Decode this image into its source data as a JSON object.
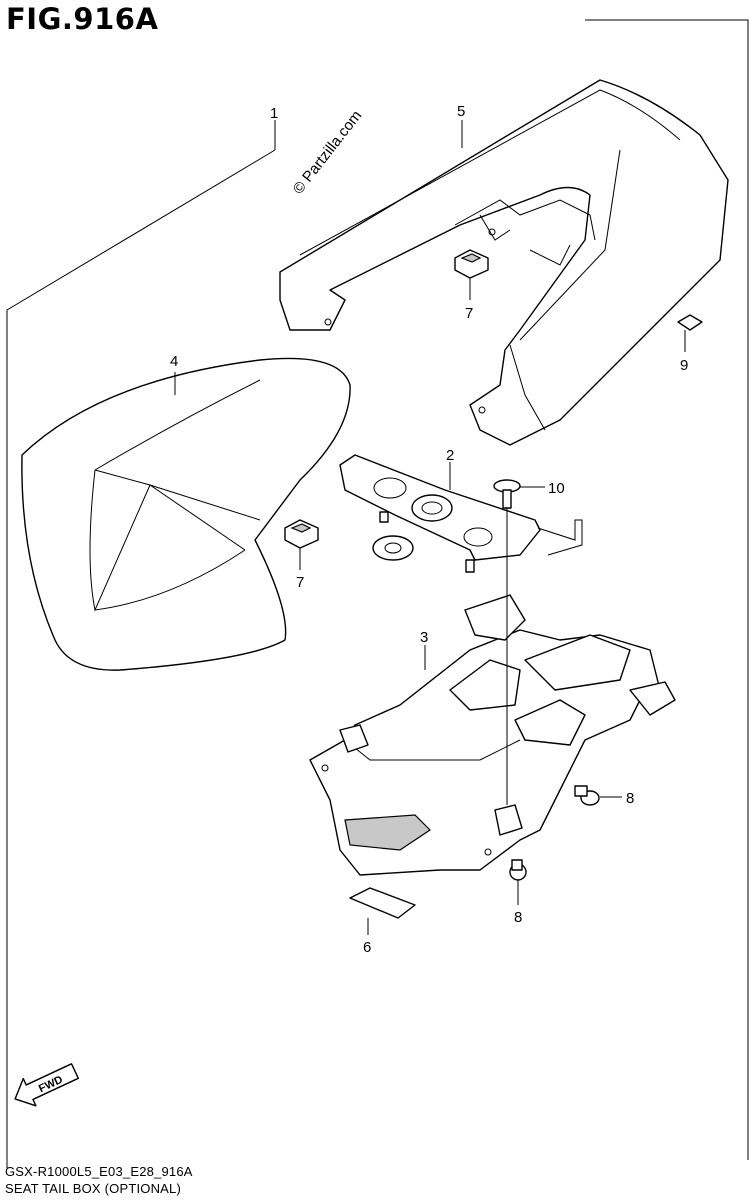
{
  "figure": {
    "title": "FIG.916A",
    "watermark": "© Partzilla.com",
    "fwd_label": "FWD",
    "model_code": "GSX-R1000L5_E03_E28_916A",
    "caption": "SEAT TAIL BOX (OPTIONAL)"
  },
  "callouts": [
    {
      "id": "c1",
      "label": "1"
    },
    {
      "id": "c5",
      "label": "5"
    },
    {
      "id": "c7a",
      "label": "7"
    },
    {
      "id": "c9",
      "label": "9"
    },
    {
      "id": "c4",
      "label": "4"
    },
    {
      "id": "c2",
      "label": "2"
    },
    {
      "id": "c10",
      "label": "10"
    },
    {
      "id": "c7b",
      "label": "7"
    },
    {
      "id": "c3",
      "label": "3"
    },
    {
      "id": "c8a",
      "label": "8"
    },
    {
      "id": "c8b",
      "label": "8"
    },
    {
      "id": "c6",
      "label": "6"
    }
  ]
}
